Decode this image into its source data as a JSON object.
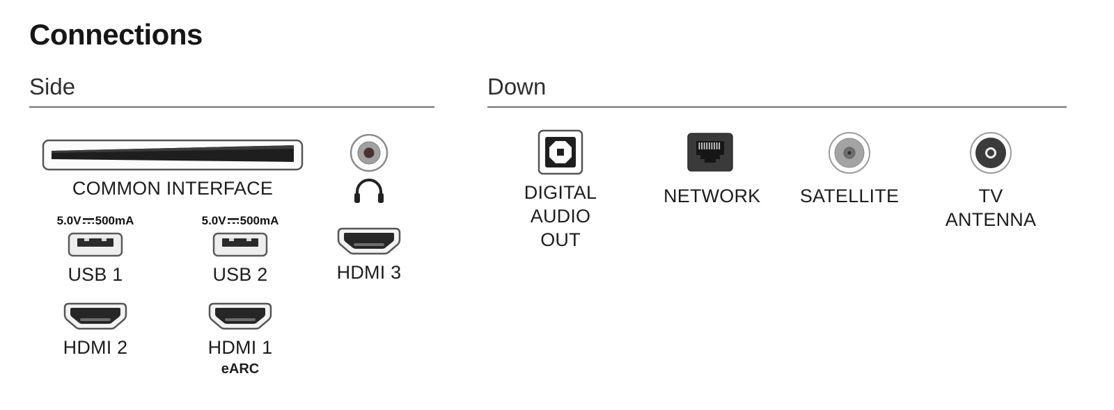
{
  "title": "Connections",
  "sections": {
    "side": {
      "heading": "Side"
    },
    "down": {
      "heading": "Down"
    }
  },
  "ports": {
    "common_interface": {
      "label": "COMMON INTERFACE"
    },
    "usb1": {
      "volt": "5.0V",
      "amp": "500mA",
      "label": "USB 1"
    },
    "usb2": {
      "volt": "5.0V",
      "amp": "500mA",
      "label": "USB 2"
    },
    "hdmi3": {
      "label": "HDMI 3"
    },
    "hdmi2": {
      "label": "HDMI 2"
    },
    "hdmi1": {
      "label": "HDMI 1",
      "sublabel": "eARC"
    },
    "digital_audio_out": {
      "label_line1": "DIGITAL",
      "label_line2": "AUDIO OUT"
    },
    "network": {
      "label": "NETWORK"
    },
    "satellite": {
      "label": "SATELLITE"
    },
    "tv_antenna": {
      "label": "TV ANTENNA"
    }
  },
  "colors": {
    "text": "#1c1c1c",
    "port_dark": "#262626",
    "metal_gray": "#a0a0a0",
    "outline_gray": "#5a5a5a"
  }
}
